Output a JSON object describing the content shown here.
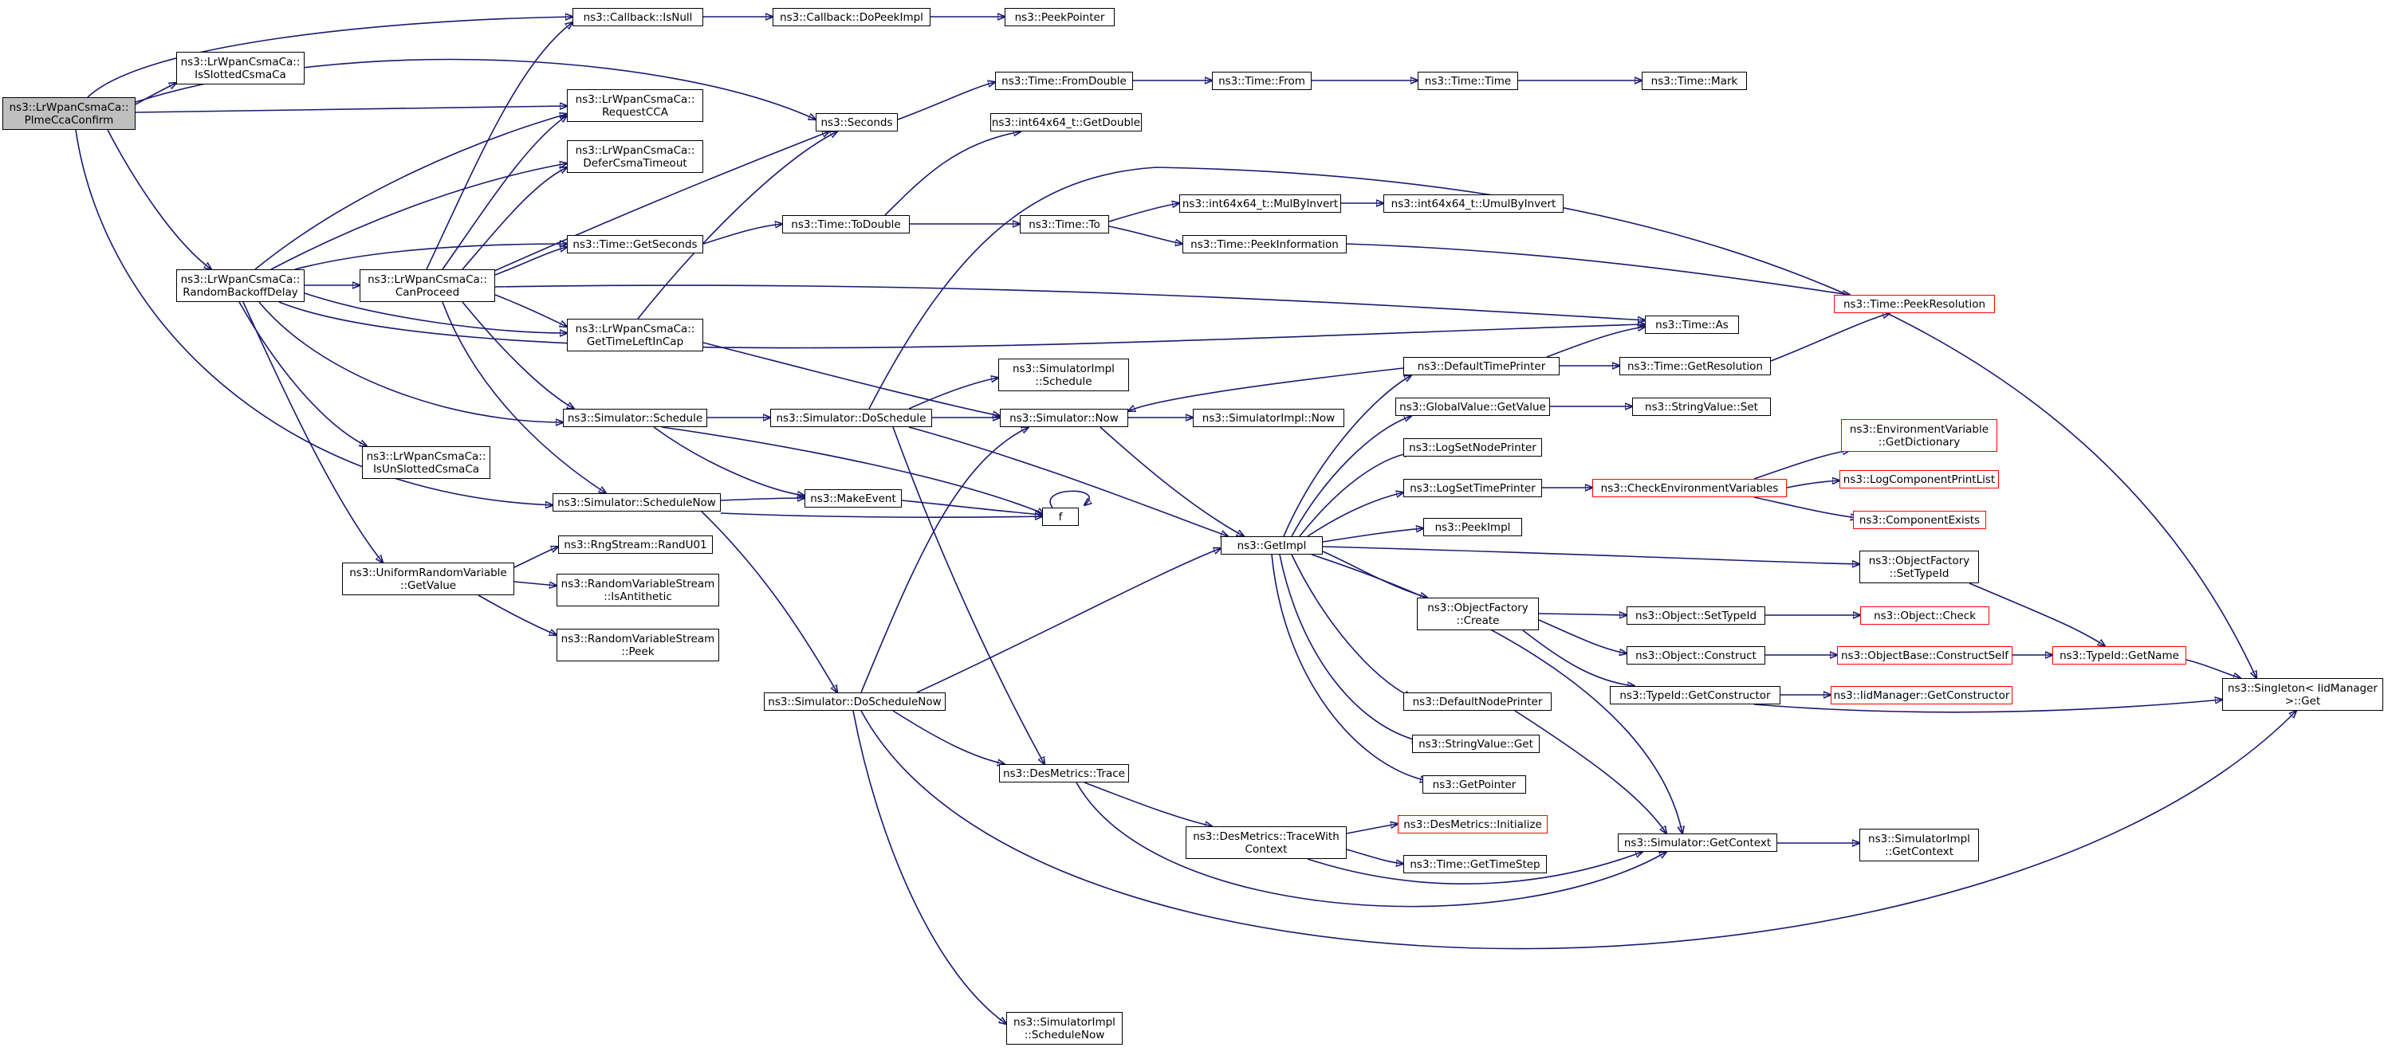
{
  "graph": {
    "nodes": [
      {
        "id": "plme",
        "lines": [
          "ns3::LrWpanCsmaCa::",
          "PlmeCcaConfirm"
        ],
        "current": true
      },
      {
        "id": "isnull",
        "lines": [
          "ns3::Callback::IsNull"
        ]
      },
      {
        "id": "dopeekimpl",
        "lines": [
          "ns3::Callback::DoPeekImpl"
        ]
      },
      {
        "id": "peekpointer",
        "lines": [
          "ns3::PeekPointer"
        ]
      },
      {
        "id": "isslotted",
        "lines": [
          "ns3::LrWpanCsmaCa::",
          "IsSlottedCsmaCa"
        ]
      },
      {
        "id": "requestcca",
        "lines": [
          "ns3::LrWpanCsmaCa::",
          "RequestCCA"
        ]
      },
      {
        "id": "seconds",
        "lines": [
          "ns3::Seconds"
        ]
      },
      {
        "id": "fromdouble",
        "lines": [
          "ns3::Time::FromDouble"
        ]
      },
      {
        "id": "timefrom",
        "lines": [
          "ns3::Time::From"
        ]
      },
      {
        "id": "timetime",
        "lines": [
          "ns3::Time::Time"
        ]
      },
      {
        "id": "timemark",
        "lines": [
          "ns3::Time::Mark"
        ]
      },
      {
        "id": "getdouble",
        "lines": [
          "ns3::int64x64_t::GetDouble"
        ]
      },
      {
        "id": "defer",
        "lines": [
          "ns3::LrWpanCsmaCa::",
          "DeferCsmaTimeout"
        ]
      },
      {
        "id": "random",
        "lines": [
          "ns3::LrWpanCsmaCa::",
          "RandomBackoffDelay"
        ]
      },
      {
        "id": "canproceed",
        "lines": [
          "ns3::LrWpanCsmaCa::",
          "CanProceed"
        ]
      },
      {
        "id": "getseconds",
        "lines": [
          "ns3::Time::GetSeconds"
        ]
      },
      {
        "id": "todouble",
        "lines": [
          "ns3::Time::ToDouble"
        ]
      },
      {
        "id": "timeto",
        "lines": [
          "ns3::Time::To"
        ]
      },
      {
        "id": "mulbyinvert",
        "lines": [
          "ns3::int64x64_t::MulByInvert"
        ]
      },
      {
        "id": "umulbyinvert",
        "lines": [
          "ns3::int64x64_t::UmulByInvert"
        ]
      },
      {
        "id": "peekinfo",
        "lines": [
          "ns3::Time::PeekInformation"
        ]
      },
      {
        "id": "peekres",
        "lines": [
          "ns3::Time::PeekResolution"
        ],
        "truncated": true
      },
      {
        "id": "timeas",
        "lines": [
          "ns3::Time::As"
        ]
      },
      {
        "id": "gettimeleft",
        "lines": [
          "ns3::LrWpanCsmaCa::",
          "GetTimeLeftInCap"
        ]
      },
      {
        "id": "defaulttimeprinter",
        "lines": [
          "ns3::DefaultTimePrinter"
        ]
      },
      {
        "id": "getresolution",
        "lines": [
          "ns3::Time::GetResolution"
        ]
      },
      {
        "id": "simimplschedule",
        "lines": [
          "ns3::SimulatorImpl",
          "::Schedule"
        ]
      },
      {
        "id": "simschedule",
        "lines": [
          "ns3::Simulator::Schedule"
        ]
      },
      {
        "id": "doschedule",
        "lines": [
          "ns3::Simulator::DoSchedule"
        ]
      },
      {
        "id": "simnow",
        "lines": [
          "ns3::Simulator::Now"
        ]
      },
      {
        "id": "simimplnow",
        "lines": [
          "ns3::SimulatorImpl::Now"
        ]
      },
      {
        "id": "globalvalue",
        "lines": [
          "ns3::GlobalValue::GetValue"
        ]
      },
      {
        "id": "stringvalueset",
        "lines": [
          "ns3::StringValue::Set"
        ]
      },
      {
        "id": "envdict",
        "lines": [
          "ns3::EnvironmentVariable",
          "::GetDictionary"
        ],
        "truncated": true
      },
      {
        "id": "isunslotted",
        "lines": [
          "ns3::LrWpanCsmaCa::",
          "IsUnSlottedCsmaCa"
        ]
      },
      {
        "id": "lognodeprinter",
        "lines": [
          "ns3::LogSetNodePrinter"
        ]
      },
      {
        "id": "logtimeprinter",
        "lines": [
          "ns3::LogSetTimePrinter"
        ]
      },
      {
        "id": "checkenv",
        "lines": [
          "ns3::CheckEnvironmentVariables"
        ],
        "truncated": true
      },
      {
        "id": "logcomplist",
        "lines": [
          "ns3::LogComponentPrintList"
        ],
        "truncated": true
      },
      {
        "id": "compexists",
        "lines": [
          "ns3::ComponentExists"
        ],
        "truncated": true
      },
      {
        "id": "schedulenow",
        "lines": [
          "ns3::Simulator::ScheduleNow"
        ]
      },
      {
        "id": "makeevent",
        "lines": [
          "ns3::MakeEvent"
        ]
      },
      {
        "id": "f",
        "lines": [
          "f"
        ]
      },
      {
        "id": "peekimpl",
        "lines": [
          "ns3::PeekImpl"
        ]
      },
      {
        "id": "getimpl",
        "lines": [
          "ns3::GetImpl"
        ]
      },
      {
        "id": "randu01",
        "lines": [
          "ns3::RngStream::RandU01"
        ]
      },
      {
        "id": "uniformget",
        "lines": [
          "ns3::UniformRandomVariable",
          "::GetValue"
        ]
      },
      {
        "id": "isantithetic",
        "lines": [
          "ns3::RandomVariableStream",
          "::IsAntithetic"
        ]
      },
      {
        "id": "rvspeek",
        "lines": [
          "ns3::RandomVariableStream",
          "::Peek"
        ]
      },
      {
        "id": "settypeid",
        "lines": [
          "ns3::ObjectFactory",
          "::SetTypeId"
        ]
      },
      {
        "id": "factorycreate",
        "lines": [
          "ns3::ObjectFactory",
          "::Create"
        ]
      },
      {
        "id": "objsettypeid",
        "lines": [
          "ns3::Object::SetTypeId"
        ]
      },
      {
        "id": "objcheck",
        "lines": [
          "ns3::Object::Check"
        ],
        "truncated": true
      },
      {
        "id": "objconstruct",
        "lines": [
          "ns3::Object::Construct"
        ]
      },
      {
        "id": "constructself",
        "lines": [
          "ns3::ObjectBase::ConstructSelf"
        ],
        "truncated": true
      },
      {
        "id": "typeidgetname",
        "lines": [
          "ns3::TypeId::GetName"
        ],
        "truncated": true
      },
      {
        "id": "singleton",
        "lines": [
          "ns3::Singleton< IidManager",
          ">::Get"
        ]
      },
      {
        "id": "scheduleNowImpl",
        "lines": [
          "ns3::Simulator::DoScheduleNow"
        ]
      },
      {
        "id": "defaultnodeprinter",
        "lines": [
          "ns3::DefaultNodePrinter"
        ]
      },
      {
        "id": "gettypeidconstructor",
        "lines": [
          "ns3::TypeId::GetConstructor"
        ]
      },
      {
        "id": "iidgetconstructor",
        "lines": [
          "ns3::IidManager::GetConstructor"
        ],
        "truncated": true
      },
      {
        "id": "stringvalueget",
        "lines": [
          "ns3::StringValue::Get"
        ]
      },
      {
        "id": "getpointer",
        "lines": [
          "ns3::GetPointer"
        ]
      },
      {
        "id": "destrace",
        "lines": [
          "ns3::DesMetrics::Trace"
        ]
      },
      {
        "id": "desinit",
        "lines": [
          "ns3::DesMetrics::Initialize"
        ],
        "truncated": true
      },
      {
        "id": "tracewithcontext",
        "lines": [
          "ns3::DesMetrics::TraceWith",
          "Context"
        ]
      },
      {
        "id": "gettimestep",
        "lines": [
          "ns3::Time::GetTimeStep"
        ]
      },
      {
        "id": "simgetcontext",
        "lines": [
          "ns3::Simulator::GetContext"
        ]
      },
      {
        "id": "implgetcontext",
        "lines": [
          "ns3::SimulatorImpl",
          "::GetContext"
        ]
      },
      {
        "id": "implschedulenow",
        "lines": [
          "ns3::SimulatorImpl",
          "::ScheduleNow"
        ]
      }
    ]
  }
}
